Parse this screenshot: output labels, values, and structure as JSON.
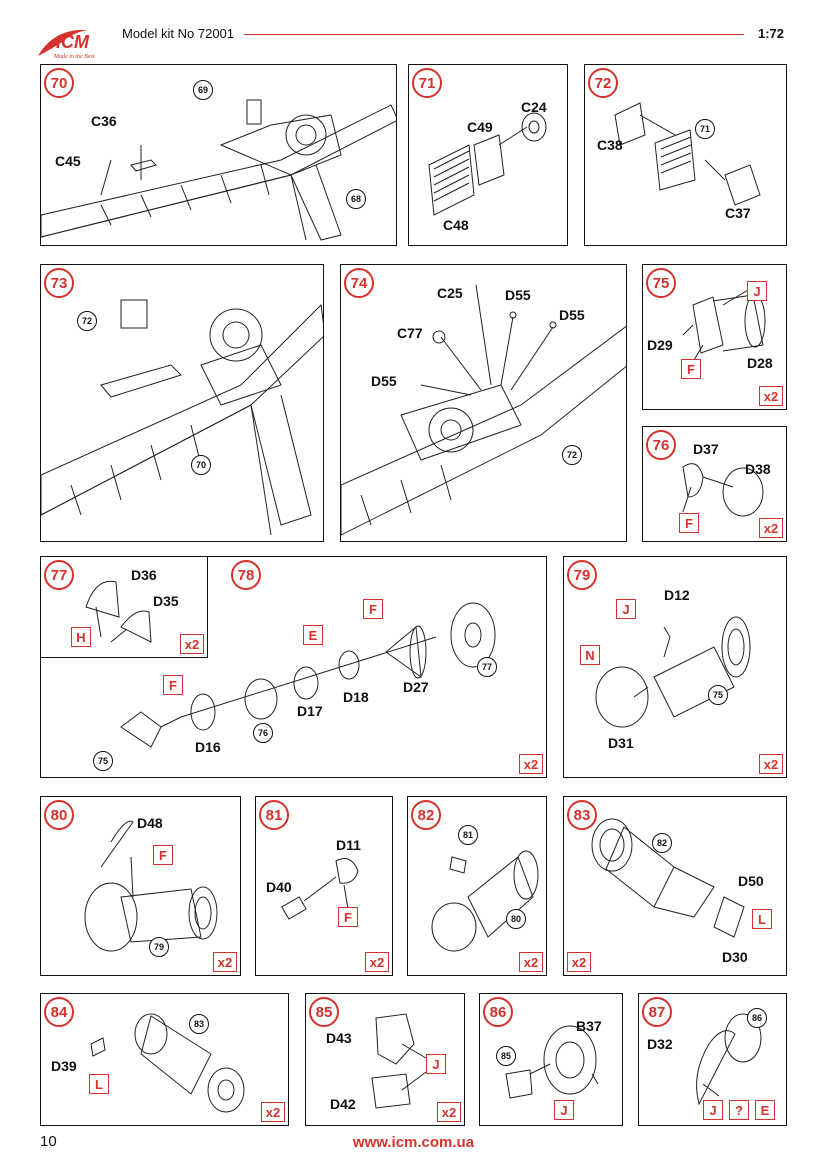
{
  "header": {
    "kit_label": "Model kit No 72001",
    "scale": "1:72",
    "logo_text": "ICM",
    "logo_tagline": "Made in the Best"
  },
  "colors": {
    "accent": "#d6322d",
    "ink": "#111111"
  },
  "steps": {
    "s70": {
      "num": "70",
      "labels": [
        "C36",
        "C45"
      ],
      "refs": [
        "69",
        "68"
      ]
    },
    "s71": {
      "num": "71",
      "labels": [
        "C49",
        "C24",
        "C48"
      ]
    },
    "s72": {
      "num": "72",
      "labels": [
        "C38",
        "C37"
      ],
      "refs": [
        "71"
      ]
    },
    "s73": {
      "num": "73",
      "refs": [
        "72",
        "70"
      ]
    },
    "s74": {
      "num": "74",
      "labels": [
        "C25",
        "D55",
        "D55",
        "C77",
        "D55"
      ],
      "refs": [
        "72"
      ]
    },
    "s75": {
      "num": "75",
      "labels": [
        "D29",
        "D28"
      ],
      "boxes": [
        "J",
        "F"
      ],
      "mult": "x2"
    },
    "s76": {
      "num": "76",
      "labels": [
        "D37",
        "D38"
      ],
      "boxes": [
        "F"
      ],
      "mult": "x2"
    },
    "s77": {
      "num": "77",
      "labels": [
        "D36",
        "D35"
      ],
      "boxes": [
        "H"
      ],
      "mult": "x2"
    },
    "s78": {
      "num": "78",
      "labels": [
        "D27",
        "D18",
        "D17",
        "D16"
      ],
      "boxes": [
        "F",
        "E",
        "F"
      ],
      "refs": [
        "77",
        "76",
        "75"
      ],
      "mult": "x2"
    },
    "s79": {
      "num": "79",
      "labels": [
        "D12",
        "D31"
      ],
      "boxes": [
        "J",
        "N"
      ],
      "refs": [
        "75"
      ],
      "mult": "x2"
    },
    "s80": {
      "num": "80",
      "labels": [
        "D48"
      ],
      "boxes": [
        "F"
      ],
      "refs": [
        "79"
      ],
      "mult": "x2"
    },
    "s81": {
      "num": "81",
      "labels": [
        "D11",
        "D40"
      ],
      "boxes": [
        "F"
      ],
      "mult": "x2"
    },
    "s82": {
      "num": "82",
      "refs": [
        "81",
        "80"
      ],
      "mult": "x2"
    },
    "s83": {
      "num": "83",
      "labels": [
        "D50",
        "D30"
      ],
      "boxes": [
        "L"
      ],
      "refs": [
        "82"
      ],
      "mult": "x2"
    },
    "s84": {
      "num": "84",
      "labels": [
        "D39"
      ],
      "boxes": [
        "L"
      ],
      "refs": [
        "83"
      ],
      "mult": "x2"
    },
    "s85": {
      "num": "85",
      "labels": [
        "D43",
        "D42"
      ],
      "boxes": [
        "J"
      ],
      "mult": "x2"
    },
    "s86": {
      "num": "86",
      "labels": [
        "B37"
      ],
      "boxes": [
        "J"
      ],
      "refs": [
        "85"
      ]
    },
    "s87": {
      "num": "87",
      "labels": [
        "D32"
      ],
      "boxes": [
        "J",
        "?",
        "E"
      ],
      "refs": [
        "86"
      ]
    }
  },
  "footer": {
    "page_number": "10",
    "url": "www.icm.com.ua"
  }
}
